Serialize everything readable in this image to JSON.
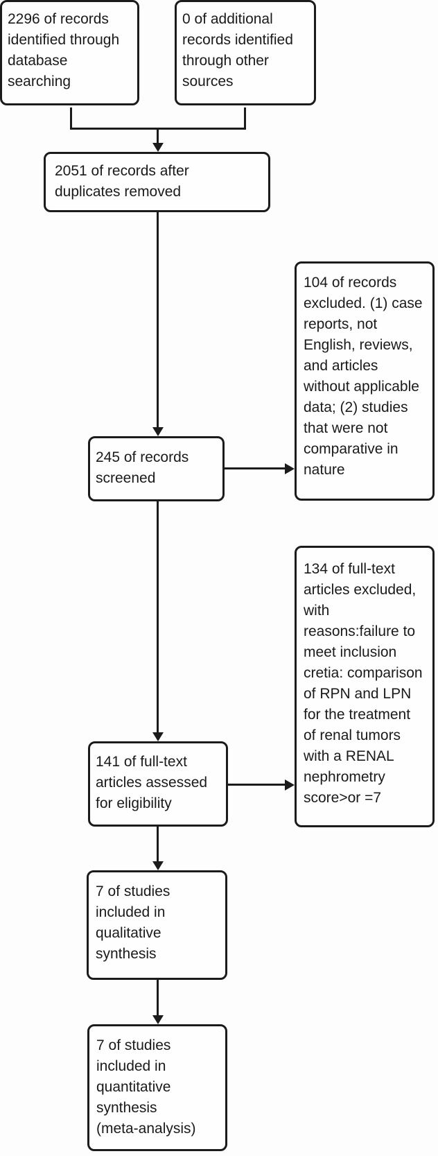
{
  "diagram": {
    "type": "flowchart",
    "subject": "study selection flow (PRISMA-style)",
    "colors": {
      "background": "#fdfdfd",
      "box_fill": "#fefefe",
      "line": "#1b1b1b",
      "text": "#1a1a1a"
    },
    "boxes": {
      "identified_db": {
        "count": "2296",
        "text": "2296 of records\nidentified through\ndatabase\nsearching"
      },
      "identified_other": {
        "count": "0",
        "text": "0 of additional\nrecords identified\nthrough other\nsources"
      },
      "after_duplicates": {
        "count": "2051",
        "text": "2051 of records after\nduplicates removed"
      },
      "screened": {
        "count": "245",
        "text": "245 of records\nscreened"
      },
      "records_excluded": {
        "count": "104",
        "text": "104 of records\nexcluded. (1) case\nreports, not\nEnglish, reviews,\nand articles\nwithout applicable\ndata; (2) studies\nthat were not\ncomparative in\nnature"
      },
      "fulltext_assessed": {
        "count": "141",
        "text": "141 of full-text\narticles assessed\nfor eligibility"
      },
      "fulltext_excluded": {
        "count": "134",
        "text": "134 of full-text\narticles excluded,\nwith\nreasons:failure to\nmeet inclusion\ncretia: comparison\nof RPN and LPN\nfor the treatment\nof renal tumors\nwith a RENAL\nnephrometry\nscore>or =7"
      },
      "qualitative": {
        "count": "7",
        "text": "7 of studies\nincluded in\nqualitative\nsynthesis"
      },
      "quantitative": {
        "count": "7",
        "text": "7 of studies\nincluded in\nquantitative\nsynthesis\n(meta-analysis)"
      }
    }
  }
}
